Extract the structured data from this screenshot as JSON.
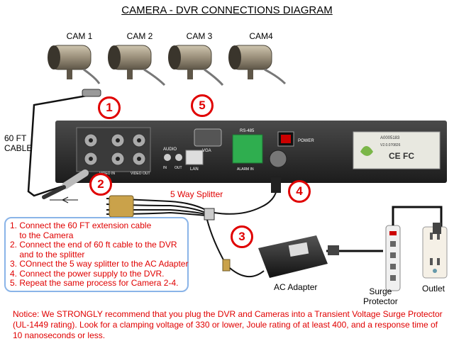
{
  "title": "CAMERA - DVR CONNECTIONS DIAGRAM",
  "cameras": [
    "CAM 1",
    "CAM 2",
    "CAM 3",
    "CAM4"
  ],
  "cable_label": "60 FT\nCABLE",
  "splitter_label": "5 Way Splitter",
  "adapter_label": "AC Adapter",
  "surge_label": "Surge\nProtector",
  "outlet_label": "Outlet",
  "markers": [
    "1",
    "2",
    "3",
    "4",
    "5"
  ],
  "dvr": {
    "rs485": "RS-485",
    "vga": "VGA",
    "lan": "LAN",
    "audio": "AUDIO",
    "audio_in": "IN",
    "audio_out": "OUT",
    "video_in": "VIDEO IN",
    "video_out": "VIDEO OUT",
    "alarm_in": "ALARM IN",
    "power": "POWER",
    "sn": "A0005183",
    "ver": "V2.0.070826",
    "cert": "CE FC"
  },
  "steps": [
    "1. Connect the 60 FT extension cable\n    to the Camera",
    "2. Connect the end of 60 ft cable to the DVR\n    and to the splitter",
    "3. COnnect the 5 way splitter to the AC Adapter",
    "4. Connect the power supply to the DVR.",
    "5. Repeat the same process for Camera 2-4."
  ],
  "notice": "Notice: We STRONGLY recommend that you plug the DVR and Cameras into a Transient Voltage Surge Protector (UL-1449 rating). Look for a clamping voltage of 330 or lower, Joule rating of at least 400, and a response time of 10 nanoseconds or less.",
  "colors": {
    "marker": "#e00000",
    "steps_border": "#8ab4e8",
    "dvr_body": "#2b2b2b",
    "camera": "#9a8f7a"
  }
}
